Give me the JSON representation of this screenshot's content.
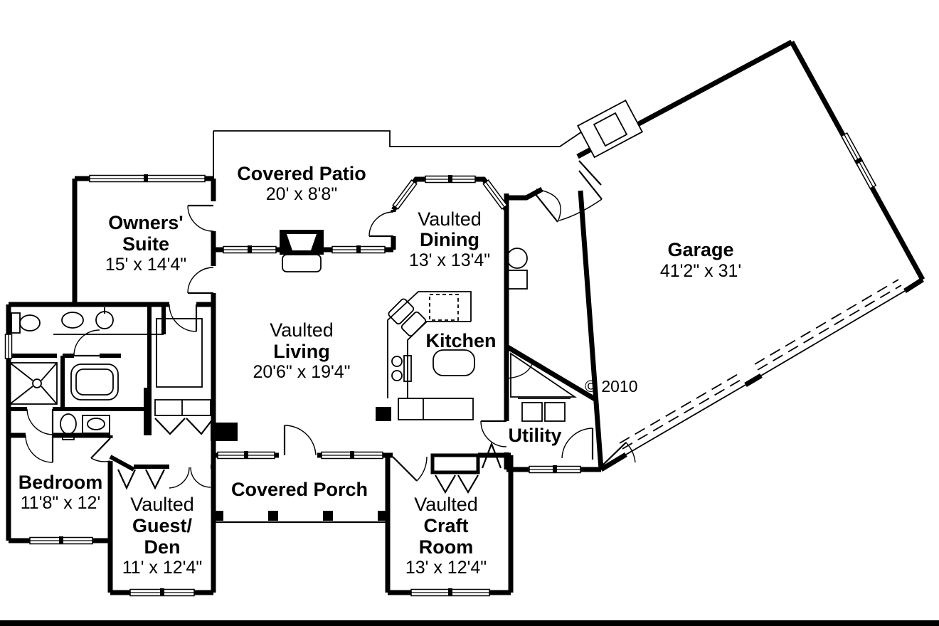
{
  "copyright": "© 2010",
  "colors": {
    "wall": "#000000",
    "background": "#ffffff"
  },
  "rooms": {
    "owners_suite": {
      "lines": [
        "Owners'",
        "Suite"
      ],
      "dims": "15' x 14'4\""
    },
    "covered_patio": {
      "lines": [
        "Covered Patio"
      ],
      "dims": "20' x 8'8\""
    },
    "dining": {
      "prefix": "Vaulted",
      "lines": [
        "Dining"
      ],
      "dims": "13' x 13'4\""
    },
    "garage": {
      "lines": [
        "Garage"
      ],
      "dims": "41'2\" x 31'"
    },
    "living": {
      "prefix": "Vaulted",
      "lines": [
        "Living"
      ],
      "dims": "20'6\" x 19'4\""
    },
    "kitchen": {
      "lines": [
        "Kitchen"
      ]
    },
    "utility": {
      "lines": [
        "Utility"
      ]
    },
    "bedroom": {
      "lines": [
        "Bedroom"
      ],
      "dims": "11'8\" x 12'"
    },
    "guest_den": {
      "prefix": "Vaulted",
      "lines": [
        "Guest/",
        "Den"
      ],
      "dims": "11' x 12'4\""
    },
    "covered_porch": {
      "lines": [
        "Covered Porch"
      ]
    },
    "craft_room": {
      "prefix": "Vaulted",
      "lines": [
        "Craft",
        "Room"
      ],
      "dims": "13' x 12'4\""
    }
  }
}
